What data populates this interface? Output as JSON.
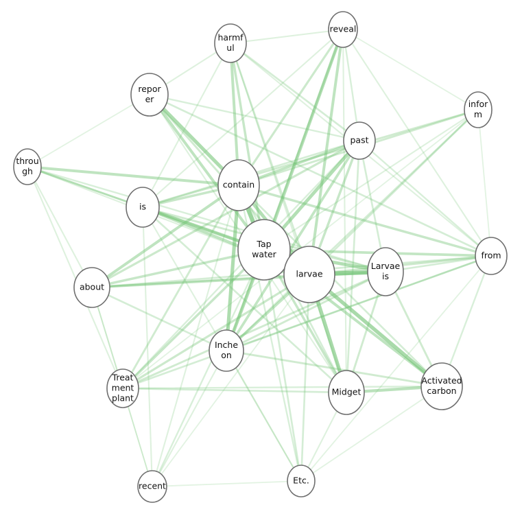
{
  "diagram": {
    "edge_color": "#74c476",
    "node_fill": "#ffffff",
    "node_stroke": "#6e6e6e",
    "nodes": [
      {
        "id": "tap-water",
        "lines": [
          "Tap",
          "water"
        ]
      },
      {
        "id": "larvae",
        "lines": [
          "larvae"
        ]
      },
      {
        "id": "contain",
        "lines": [
          "contain"
        ]
      },
      {
        "id": "larvae-is",
        "lines": [
          "Larvae",
          "is"
        ]
      },
      {
        "id": "incheon",
        "lines": [
          "Inche",
          "on"
        ]
      },
      {
        "id": "midget",
        "lines": [
          "Midget"
        ]
      },
      {
        "id": "activated-carbon",
        "lines": [
          "Activated",
          "carbon"
        ]
      },
      {
        "id": "is",
        "lines": [
          "is"
        ]
      },
      {
        "id": "past",
        "lines": [
          "past"
        ]
      },
      {
        "id": "harmful",
        "lines": [
          "harmf",
          "ul"
        ]
      },
      {
        "id": "reveal",
        "lines": [
          "reveal"
        ]
      },
      {
        "id": "reporter",
        "lines": [
          "repor",
          "er"
        ]
      },
      {
        "id": "inform",
        "lines": [
          "infor",
          "m"
        ]
      },
      {
        "id": "through",
        "lines": [
          "throu",
          "gh"
        ]
      },
      {
        "id": "from",
        "lines": [
          "from"
        ]
      },
      {
        "id": "about",
        "lines": [
          "about"
        ]
      },
      {
        "id": "treatment-plant",
        "lines": [
          "Treat",
          "ment",
          "plant"
        ]
      },
      {
        "id": "recent",
        "lines": [
          "recent"
        ]
      },
      {
        "id": "etc",
        "lines": [
          "Etc."
        ]
      }
    ],
    "edges": [
      [
        "contain",
        "tap-water",
        0.95
      ],
      [
        "contain",
        "larvae",
        0.7
      ],
      [
        "tap-water",
        "larvae",
        0.75
      ],
      [
        "larvae",
        "larvae-is",
        0.95
      ],
      [
        "tap-water",
        "larvae-is",
        0.7
      ],
      [
        "larvae",
        "midget",
        0.8
      ],
      [
        "larvae",
        "activated-carbon",
        0.8
      ],
      [
        "tap-water",
        "activated-carbon",
        0.55
      ],
      [
        "midget",
        "activated-carbon",
        0.6
      ],
      [
        "contain",
        "incheon",
        0.75
      ],
      [
        "tap-water",
        "incheon",
        0.7
      ],
      [
        "larvae",
        "incheon",
        0.5
      ],
      [
        "reporter",
        "contain",
        0.75
      ],
      [
        "reporter",
        "tap-water",
        0.55
      ],
      [
        "harmful",
        "contain",
        0.55
      ],
      [
        "harmful",
        "tap-water",
        0.45
      ],
      [
        "reveal",
        "tap-water",
        0.65
      ],
      [
        "reveal",
        "larvae",
        0.55
      ],
      [
        "reveal",
        "contain",
        0.4
      ],
      [
        "past",
        "tap-water",
        0.7
      ],
      [
        "past",
        "contain",
        0.5
      ],
      [
        "past",
        "incheon",
        0.5
      ],
      [
        "past",
        "larvae",
        0.45
      ],
      [
        "is",
        "tap-water",
        0.7
      ],
      [
        "is",
        "contain",
        0.45
      ],
      [
        "is",
        "larvae",
        0.55
      ],
      [
        "through",
        "contain",
        0.55
      ],
      [
        "through",
        "tap-water",
        0.35
      ],
      [
        "through",
        "is",
        0.3
      ],
      [
        "about",
        "contain",
        0.55
      ],
      [
        "about",
        "larvae-is",
        0.45
      ],
      [
        "about",
        "past",
        0.4
      ],
      [
        "about",
        "tap-water",
        0.45
      ],
      [
        "about",
        "larvae",
        0.35
      ],
      [
        "from",
        "tap-water",
        0.5
      ],
      [
        "from",
        "contain",
        0.45
      ],
      [
        "from",
        "larvae",
        0.4
      ],
      [
        "from",
        "incheon",
        0.3
      ],
      [
        "from",
        "treatment-plant",
        0.3
      ],
      [
        "inform",
        "contain",
        0.35
      ],
      [
        "inform",
        "is",
        0.35
      ],
      [
        "inform",
        "larvae",
        0.3
      ],
      [
        "inform",
        "incheon",
        0.3
      ],
      [
        "treatment-plant",
        "tap-water",
        0.45
      ],
      [
        "treatment-plant",
        "larvae",
        0.4
      ],
      [
        "treatment-plant",
        "contain",
        0.35
      ],
      [
        "treatment-plant",
        "larvae-is",
        0.35
      ],
      [
        "treatment-plant",
        "midget",
        0.3
      ],
      [
        "midget",
        "tap-water",
        0.45
      ],
      [
        "midget",
        "larvae-is",
        0.35
      ],
      [
        "midget",
        "contain",
        0.3
      ],
      [
        "incheon",
        "larvae-is",
        0.35
      ],
      [
        "incheon",
        "activated-carbon",
        0.35
      ],
      [
        "etc",
        "tap-water",
        0.3
      ],
      [
        "etc",
        "larvae",
        0.3
      ],
      [
        "etc",
        "contain",
        0.25
      ],
      [
        "etc",
        "is",
        0.2
      ],
      [
        "etc",
        "midget",
        0.2
      ],
      [
        "recent",
        "tap-water",
        0.25
      ],
      [
        "recent",
        "contain",
        0.2
      ],
      [
        "recent",
        "is",
        0.2
      ],
      [
        "recent",
        "incheon",
        0.2
      ],
      [
        "harmful",
        "past",
        0.3
      ],
      [
        "harmful",
        "larvae",
        0.3
      ],
      [
        "harmful",
        "from",
        0.2
      ],
      [
        "reveal",
        "incheon",
        0.35
      ],
      [
        "reveal",
        "from",
        0.2
      ],
      [
        "reporter",
        "larvae",
        0.35
      ],
      [
        "reporter",
        "from",
        0.3
      ],
      [
        "reporter",
        "past",
        0.25
      ],
      [
        "is",
        "larvae-is",
        0.35
      ],
      [
        "is",
        "past",
        0.3
      ],
      [
        "is",
        "midget",
        0.3
      ],
      [
        "about",
        "incheon",
        0.3
      ],
      [
        "about",
        "from",
        0.3
      ],
      [
        "through",
        "larvae-is",
        0.25
      ],
      [
        "through",
        "treatment-plant",
        0.2
      ],
      [
        "through",
        "about",
        0.2
      ],
      [
        "larvae-is",
        "activated-carbon",
        0.35
      ],
      [
        "larvae-is",
        "past",
        0.3
      ],
      [
        "larvae-is",
        "from",
        0.3
      ],
      [
        "activated-carbon",
        "from",
        0.25
      ],
      [
        "activated-carbon",
        "contain",
        0.3
      ],
      [
        "treatment-plant",
        "activated-carbon",
        0.25
      ],
      [
        "treatment-plant",
        "past",
        0.25
      ],
      [
        "harmful",
        "reveal",
        0.2
      ],
      [
        "reveal",
        "inform",
        0.15
      ],
      [
        "inform",
        "from",
        0.15
      ],
      [
        "from",
        "etc",
        0.15
      ],
      [
        "recent",
        "etc",
        0.15
      ],
      [
        "treatment-plant",
        "recent",
        0.15
      ],
      [
        "about",
        "treatment-plant",
        0.2
      ],
      [
        "reporter",
        "harmful",
        0.2
      ],
      [
        "through",
        "reporter",
        0.15
      ],
      [
        "recent",
        "about",
        0.15
      ],
      [
        "etc",
        "activated-carbon",
        0.15
      ],
      [
        "reveal",
        "past",
        0.25
      ],
      [
        "harmful",
        "midget",
        0.2
      ],
      [
        "reporter",
        "midget",
        0.2
      ],
      [
        "reveal",
        "midget",
        0.2
      ],
      [
        "reveal",
        "is",
        0.2
      ],
      [
        "inform",
        "treatment-plant",
        0.15
      ],
      [
        "inform",
        "tap-water",
        0.2
      ],
      [
        "past",
        "midget",
        0.3
      ],
      [
        "past",
        "from",
        0.25
      ],
      [
        "through",
        "larvae",
        0.2
      ],
      [
        "harmful",
        "is",
        0.2
      ],
      [
        "recent",
        "larvae",
        0.15
      ],
      [
        "etc",
        "incheon",
        0.2
      ]
    ]
  }
}
